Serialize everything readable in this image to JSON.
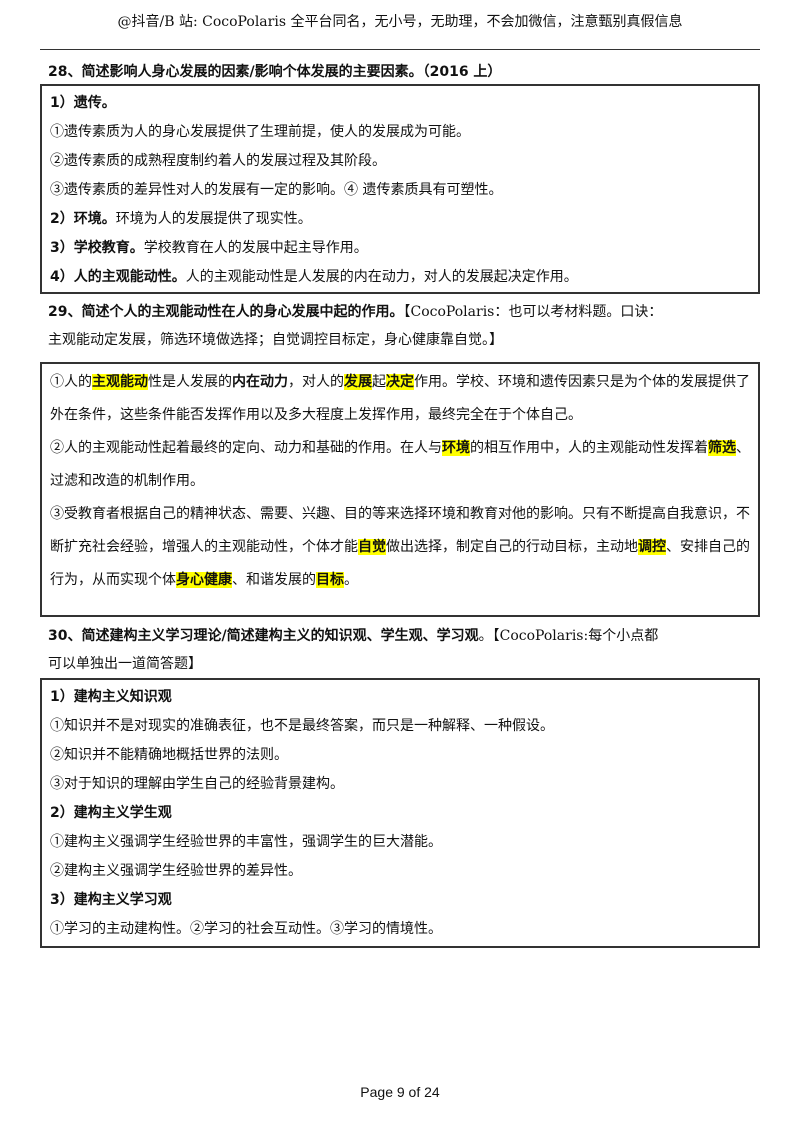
{
  "header": {
    "text": "@抖音/B 站: CocoPolaris 全平台同名，无小号，无助理，不会加微信，注意甄别真假信息"
  },
  "q28": {
    "title": "28、简述影响人身心发展的因素/影响个体发展的主要因素。（2016 上）",
    "l1": "1）遗传。",
    "l2": "①遗传素质为人的身心发展提供了生理前提，使人的发展成为可能。",
    "l3": "②遗传素质的成熟程度制约着人的发展过程及其阶段。",
    "l4": "③遗传素质的差异性对人的发展有一定的影响。④ 遗传素质具有可塑性。",
    "l5_bold": "2）环境。",
    "l5_rest": "环境为人的发展提供了现实性。",
    "l6_bold": "3）学校教育。",
    "l6_rest": "学校教育在人的发展中起主导作用。",
    "l7_bold": "4）人的主观能动性。",
    "l7_rest": "人的主观能动性是人发展的内在动力，对人的发展起决定作用。"
  },
  "q29": {
    "title_line1_bold": "29、简述个人的主观能动性在人的身心发展中起的作用。",
    "title_line1_note": "【CocoPolaris：也可以考材料题。口诀：",
    "title_line2": "主观能动定发展，筛选环境做选择；自觉调控目标定，身心健康靠自觉。】",
    "p1": [
      "①人的",
      "主观能动",
      "性是人发展的",
      "内在动力",
      "，对人的",
      "发展",
      "起",
      "决定",
      "作用。学校、环境和遗传因素只是为个体的发展提供了外在条件，这些条件能否发挥作用以及多大程度上发挥作用，最终完全在于个体自己。"
    ],
    "p2": [
      "②人的主观能动性起着最终的定向、动力和基础的作用。在人与",
      "环境",
      "的相互作用中，人的主观能动性发挥着",
      "筛选",
      "、过滤和改造的机制作用。"
    ],
    "p3": [
      "③受教育者根据自己的精神状态、需要、兴趣、目的等来选择环境和教育对他的影响。只有不断提高自我意识，不断扩充社会经验，增强人的主观能动性，个体才能",
      "自觉",
      "做出选择，制定自己的行动目标，主动地",
      "调控",
      "、安排自己的行为，从而实现个体",
      "身心健康",
      "、和谐发展的",
      "目标",
      "。"
    ]
  },
  "q30": {
    "title_line1_bold": "30、简述建构主义学习理论/简述建构主义的知识观、学生观、学习观",
    "title_line1_note": "。【CocoPolaris:每个小点都",
    "title_line2": "可以单独出一道简答题】",
    "h1": "1）建构主义知识观",
    "h1_1": "①知识并不是对现实的准确表征，也不是最终答案，而只是一种解释、一种假设。",
    "h1_2": "②知识并不能精确地概括世界的法则。",
    "h1_3": "③对于知识的理解由学生自己的经验背景建构。",
    "h2": "2）建构主义学生观",
    "h2_1": "①建构主义强调学生经验世界的丰富性，强调学生的巨大潜能。",
    "h2_2": "②建构主义强调学生经验世界的差异性。",
    "h3": "3）建构主义学习观",
    "h3_1": "①学习的主动建构性。②学习的社会互动性。③学习的情境性。"
  },
  "footer": {
    "page": "Page 9 of 24"
  },
  "colors": {
    "highlight": "#ffff00",
    "border": "#333333"
  }
}
